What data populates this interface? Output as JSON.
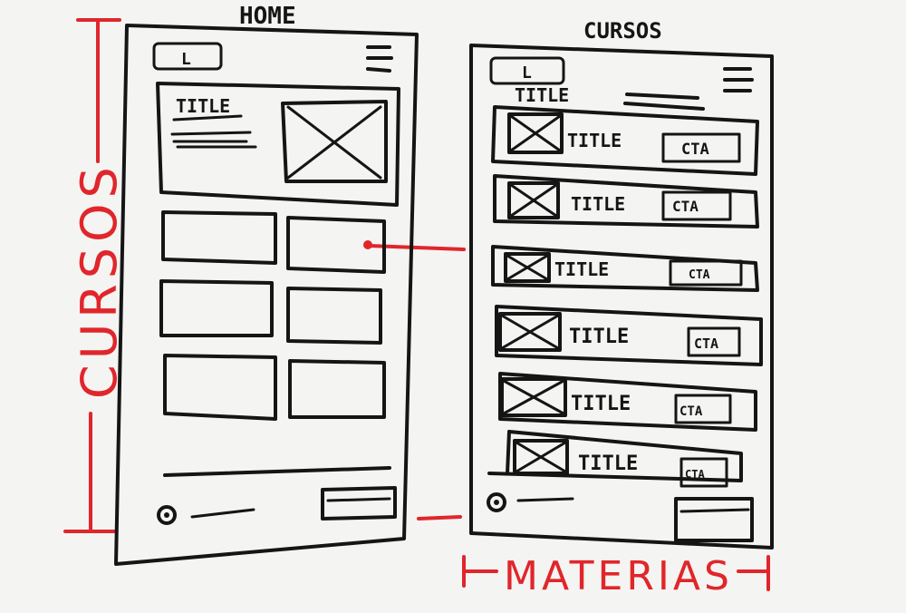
{
  "labels": {
    "home_screen_title": "HOME",
    "courses_screen_title": "CURSOS",
    "left_bracket_label": "CURSOS",
    "bottom_bracket_label": "MATERIAS"
  },
  "home": {
    "logo_letter": "L",
    "hero_title": "TITLE"
  },
  "courses": {
    "logo_letter": "L",
    "header_title": "TITLE",
    "rows": [
      {
        "title": "TITLE",
        "cta": "CTA"
      },
      {
        "title": "TITLE",
        "cta": "CTA"
      },
      {
        "title": "TITLE",
        "cta": "CTA"
      },
      {
        "title": "TITLE",
        "cta": "CTA"
      },
      {
        "title": "TITLE",
        "cta": "CTA"
      },
      {
        "title": "TITLE",
        "cta": "CTA"
      }
    ]
  },
  "colors": {
    "ink": "#151515",
    "annotation": "#e0262b",
    "paper": "#f4f4f2"
  }
}
